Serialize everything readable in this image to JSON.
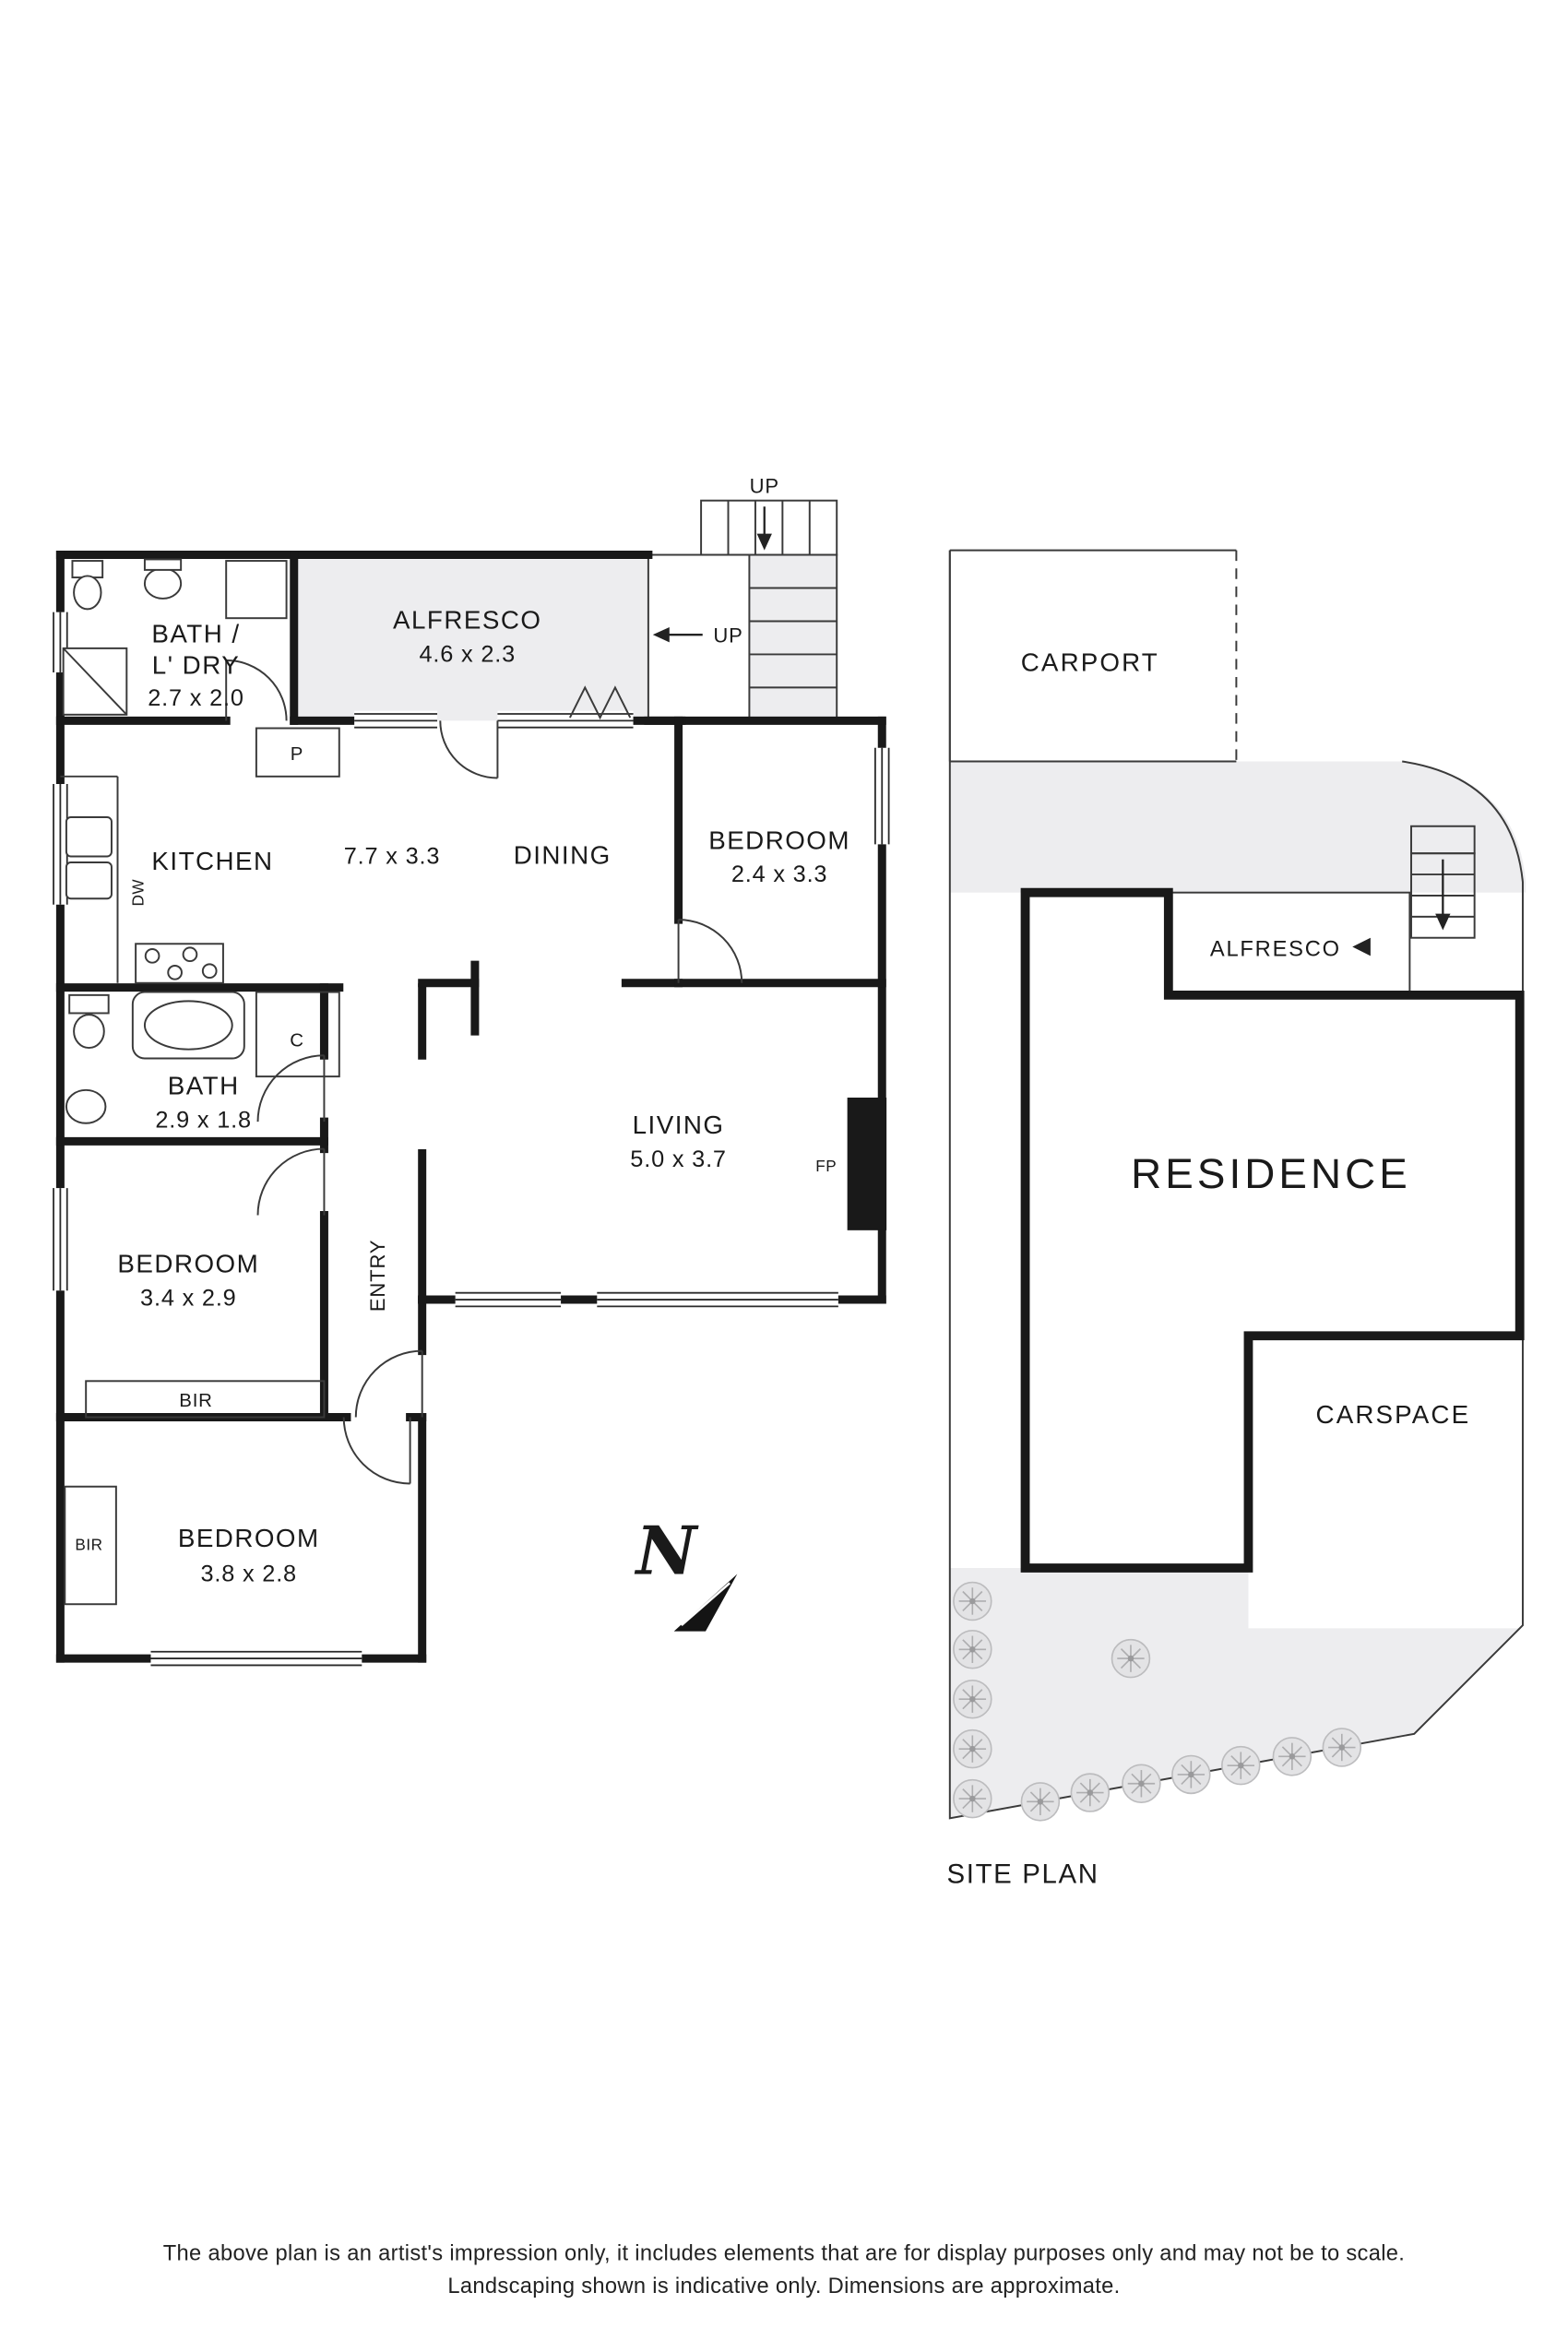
{
  "colors": {
    "wall": "#191919",
    "area_fill": "#ededef",
    "boundary": "#4a4a4a",
    "text": "#1a1a1a"
  },
  "floorplan": {
    "stairs": {
      "up_top": "UP",
      "up_inner": "UP"
    },
    "rooms": {
      "bath_ldry": {
        "line1": "BATH /",
        "line2": "L' DRY",
        "dims": "2.7 x 2.0"
      },
      "alfresco": {
        "name": "ALFRESCO",
        "dims": "4.6 x 2.3"
      },
      "kitchen": {
        "name": "KITCHEN"
      },
      "kitchen_dining": {
        "dims": "7.7 x 3.3"
      },
      "dining": {
        "name": "DINING"
      },
      "bedroom_top": {
        "name": "BEDROOM",
        "dims": "2.4 x 3.3"
      },
      "bath": {
        "name": "BATH",
        "dims": "2.9 x 1.8"
      },
      "living": {
        "name": "LIVING",
        "dims": "5.0 x 3.7"
      },
      "bedroom_mid": {
        "name": "BEDROOM",
        "dims": "3.4 x 2.9"
      },
      "bedroom_bottom": {
        "name": "BEDROOM",
        "dims": "3.8 x 2.8"
      },
      "entry": {
        "name": "ENTRY"
      }
    },
    "markers": {
      "pantry": "P",
      "closet": "C",
      "dishwasher": "DW",
      "fireplace": "FP",
      "robe_mid": "BIR",
      "robe_bottom": "BIR"
    },
    "compass": {
      "north": "N"
    }
  },
  "siteplan": {
    "carport": "CARPORT",
    "alfresco": "ALFRESCO",
    "residence": "RESIDENCE",
    "carspace": "CARSPACE",
    "title": "SITE PLAN"
  },
  "disclaimer": {
    "line1": "The above plan is an artist's impression only, it includes elements that are for display purposes only and may not be to scale.",
    "line2": "Landscaping shown is indicative only. Dimensions are approximate."
  }
}
